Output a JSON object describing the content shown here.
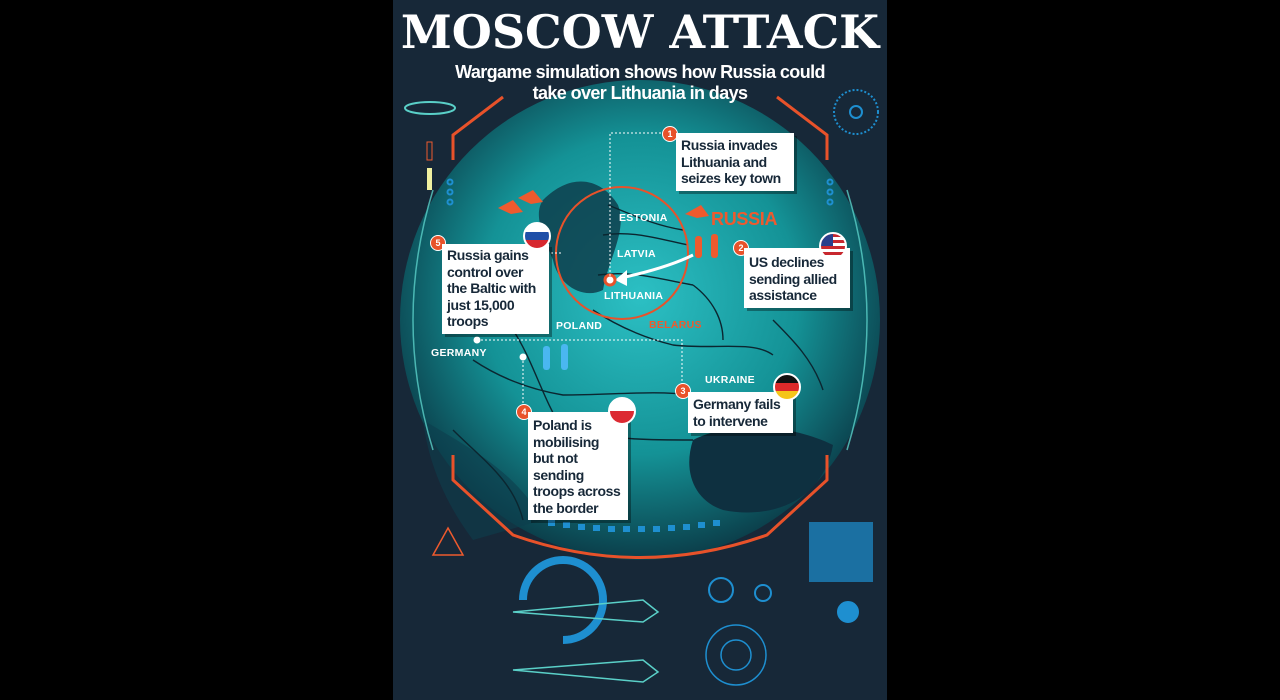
{
  "header": {
    "title": "MOSCOW ATTACK",
    "subtitle_line1": "Wargame simulation shows how Russia could",
    "subtitle_line2": "take over Lithuania in days"
  },
  "map_labels": {
    "russia": "RUSSIA",
    "estonia": "ESTONIA",
    "latvia": "LATVIA",
    "lithuania": "LITHUANIA",
    "poland": "POLAND",
    "belarus": "BELARUS",
    "germany": "GERMANY",
    "ukraine": "UKRAINE"
  },
  "callouts": [
    {
      "number": "1",
      "text": "Russia invades Lithuania and seizes key town"
    },
    {
      "number": "2",
      "text": "US declines sending allied assistance",
      "flag": "us-flag"
    },
    {
      "number": "3",
      "text": "Germany fails to intervene",
      "flag": "germany-flag"
    },
    {
      "number": "4",
      "text": "Poland is mobilising but not sending troops across the border",
      "flag": "poland-flag"
    },
    {
      "number": "5",
      "text": "Russia gains control over the Baltic with just 15,000 troops",
      "flag": "russia-flag"
    }
  ],
  "colors": {
    "background": "#172838",
    "land": "#1b9aa0",
    "accent": "#ee5a2e",
    "hud": "#1e8fd0"
  }
}
